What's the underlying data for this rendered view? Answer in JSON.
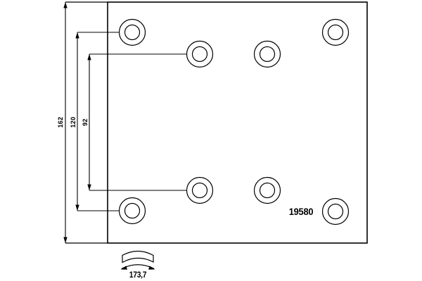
{
  "part_number": "19580",
  "dimensions": {
    "height_total": "162",
    "hole_spacing_outer": "120",
    "hole_spacing_inner": "92",
    "arc_width": "173,7"
  },
  "holes": {
    "count": 8
  },
  "colors": {
    "line": "#000000",
    "background": "#ffffff"
  }
}
